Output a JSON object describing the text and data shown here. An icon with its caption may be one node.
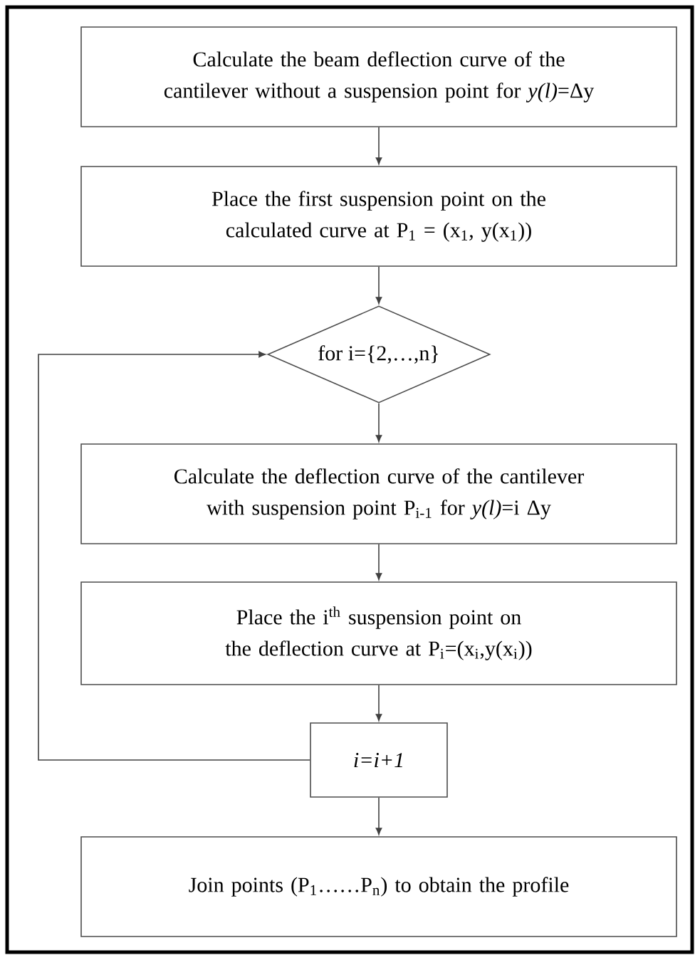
{
  "diagram": {
    "nodes": [
      {
        "text": [
          "Calculate the beam deflection curve of the cantilever without a suspension point for *y(l)*=Δy"
        ]
      },
      {
        "text": [
          "Place the first suspension point on the calculated curve at P$_{1}$ = (x$_{1}$, y(x$_{1}$))"
        ]
      },
      {
        "text": [
          "for i={2,…,n}"
        ]
      },
      {
        "text": [
          "Calculate the deflection curve of the cantilever with suspension point P$_{i-1}$ for *y(l)*=i Δy"
        ]
      },
      {
        "text": [
          "Place the i$^{th}$ suspension point on the deflection curve at P$_{i}$=(x$_{i}$,y(x$_{i}$))"
        ]
      },
      {
        "text": [
          "i=i+1"
        ]
      },
      {
        "text": [
          "Join points (P$_{1}$……P$_{n}$) to obtain the profile"
        ]
      }
    ],
    "edges": [
      {
        "from": 0,
        "to": 1,
        "arrow": "to"
      },
      {
        "from": 1,
        "to": 2,
        "arrow": "to"
      },
      {
        "from": 2,
        "to": 3,
        "arrow": "to"
      },
      {
        "from": 3,
        "to": 4,
        "arrow": "to"
      },
      {
        "from": 4,
        "to": 5,
        "arrow": "to"
      },
      {
        "from": 5,
        "to": 2,
        "arrow": "to"
      },
      {
        "from": 5,
        "to": 6,
        "arrow": "to"
      }
    ]
  }
}
